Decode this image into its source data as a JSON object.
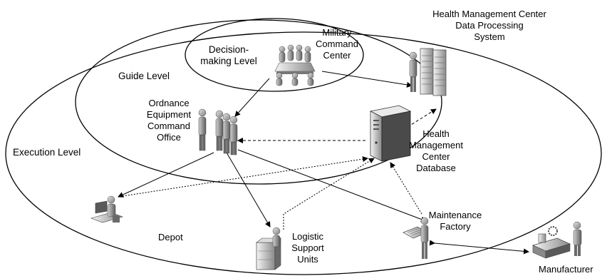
{
  "levels": {
    "decision": [
      "Decision-",
      "making Level"
    ],
    "guide": "Guide Level",
    "execution": "Execution Level"
  },
  "nodes": {
    "hmc_dps": [
      "Health Management Center",
      "Data Processing",
      "System"
    ],
    "military": [
      "Military",
      "Command",
      "Center"
    ],
    "ordnance": [
      "Ordnance",
      "Equipment",
      "Command",
      "Office"
    ],
    "hmc_db": [
      "Health",
      "Management",
      "Center",
      "Database"
    ],
    "depot": "Depot",
    "logistic": [
      "Logistic",
      "Support",
      "Units"
    ],
    "maintenance": [
      "Maintenance",
      "Factory"
    ],
    "manufacturer": "Manufacturer"
  },
  "icons": {
    "military": "people-around-table-icon",
    "dps": "person-at-server-rack-icon",
    "ordnance": "group-of-officers-icon",
    "db": "database-server-icon",
    "depot": "person-at-computer-icon",
    "logistic": "person-at-cabinet-icon",
    "maintenance": "technician-with-tablet-icon",
    "manufacturer": "factory-worker-icon"
  }
}
